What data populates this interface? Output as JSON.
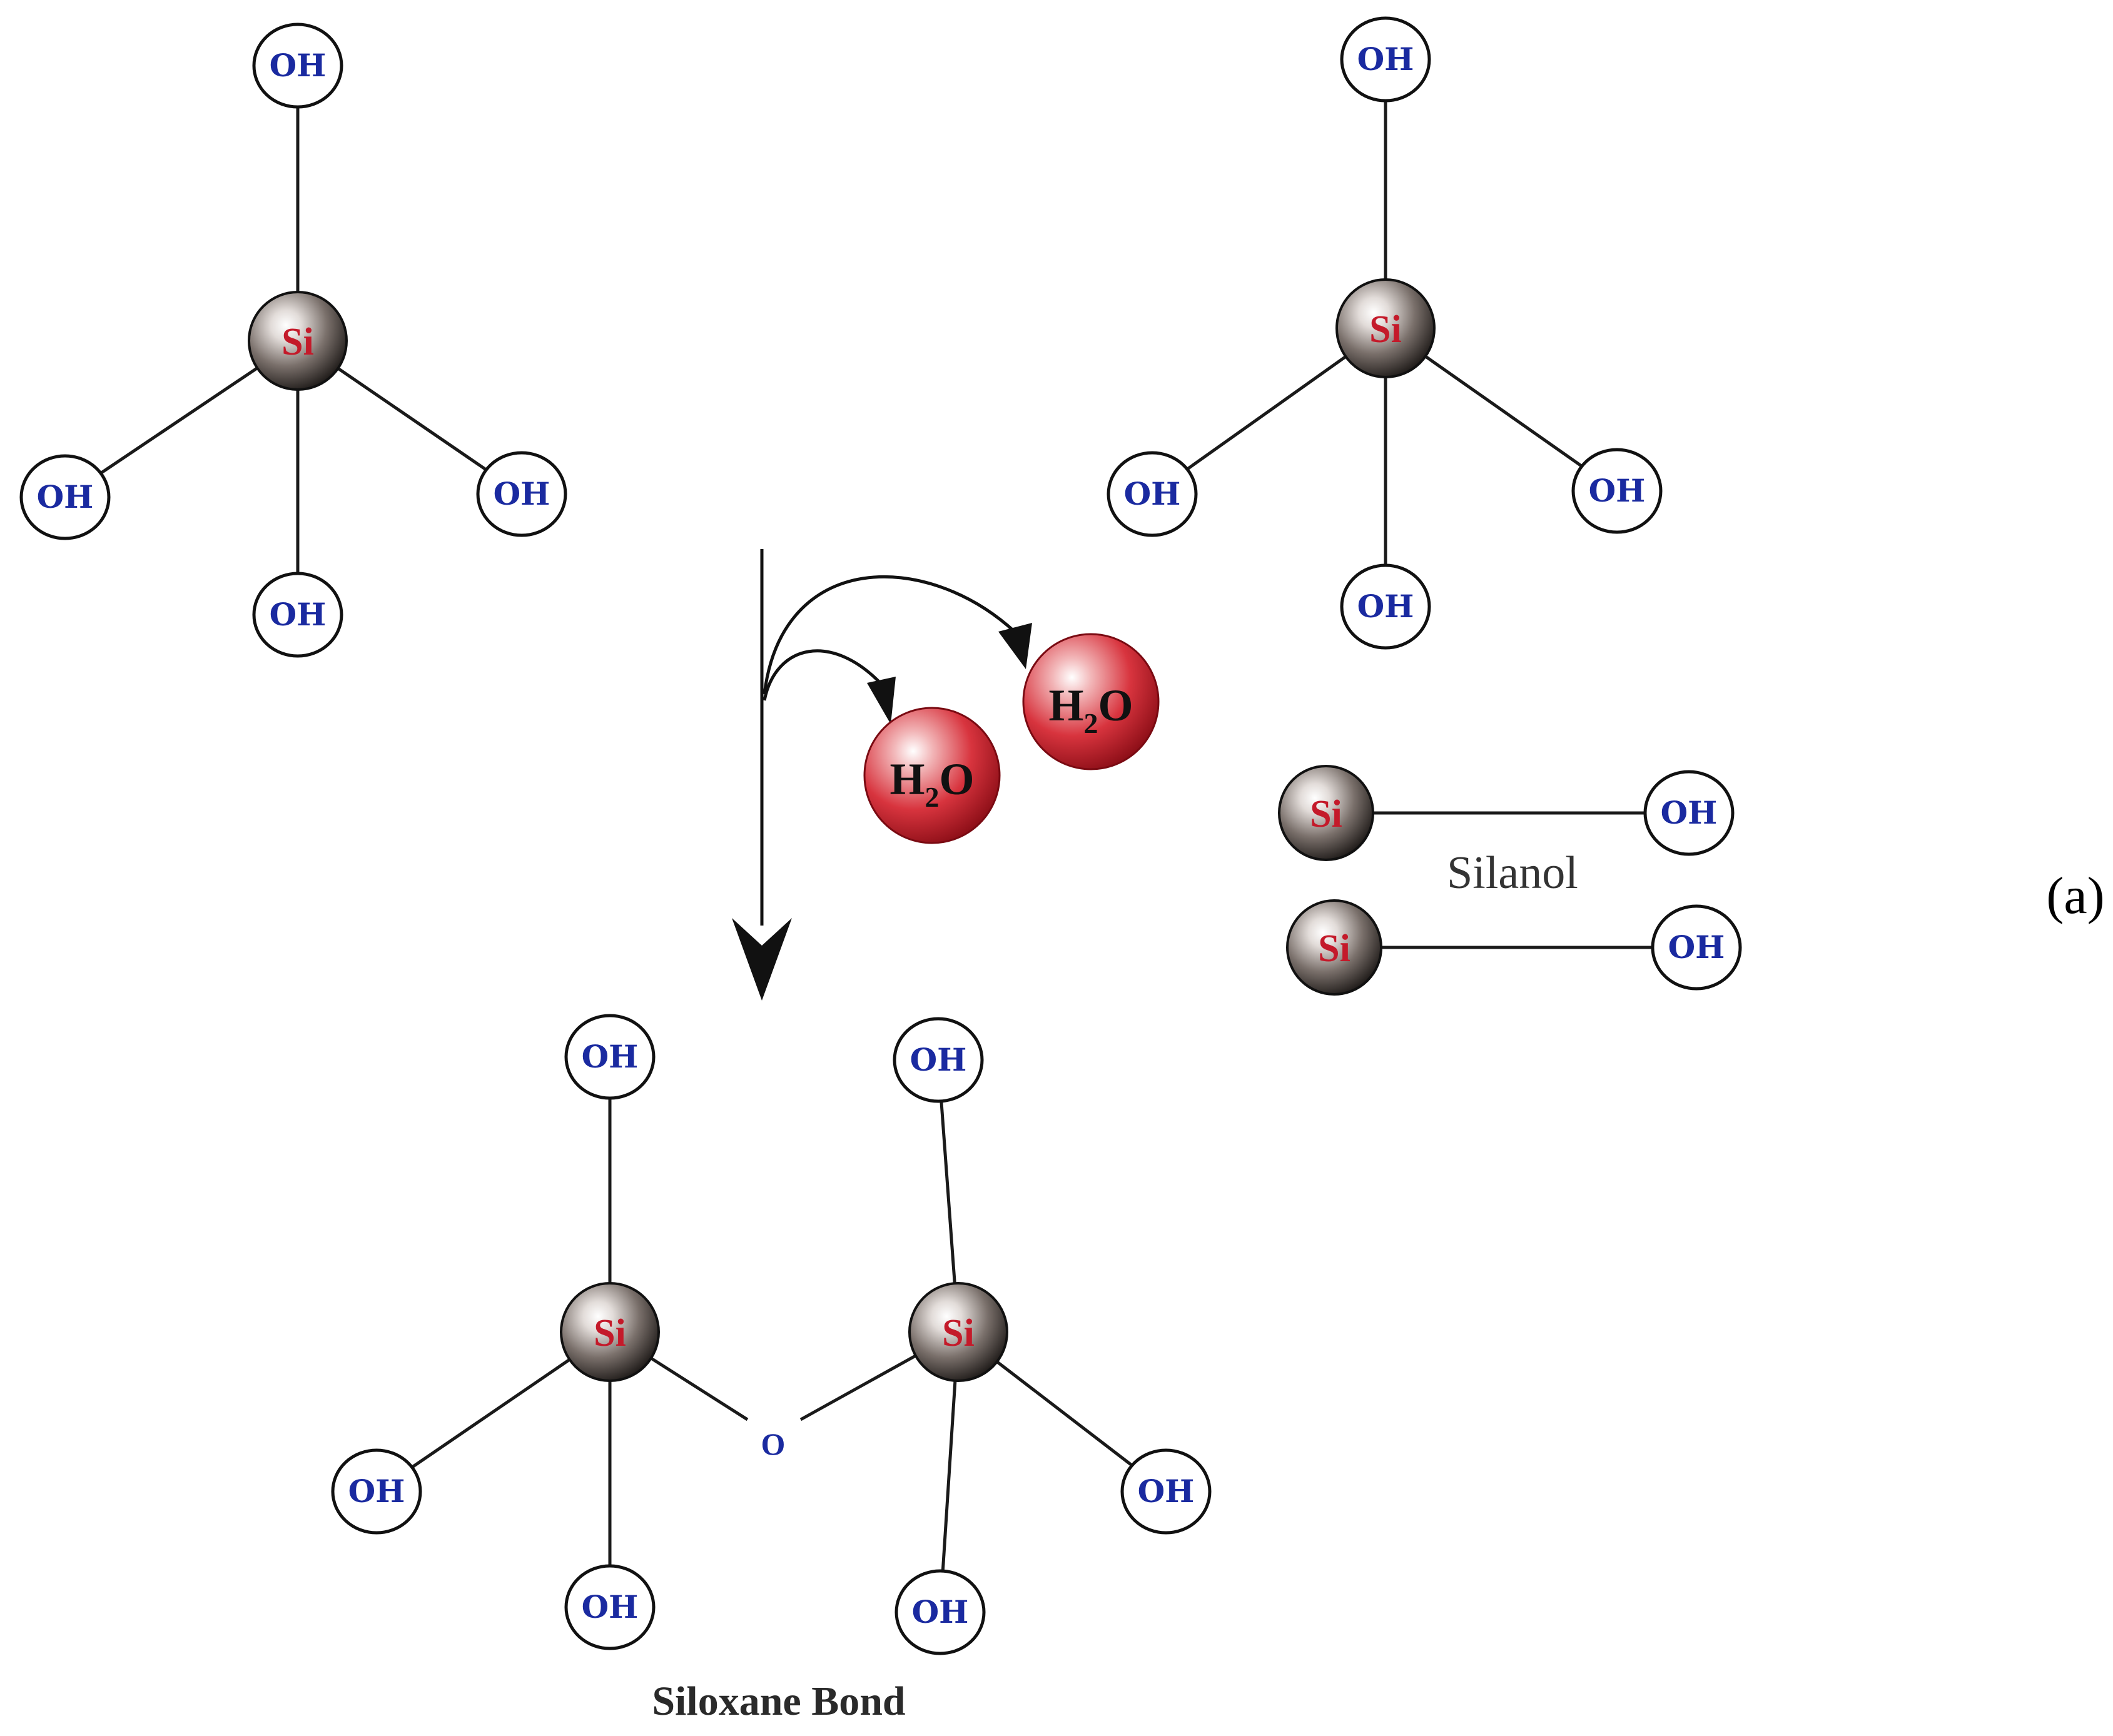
{
  "atoms": {
    "hydroxyl": "OH",
    "silicon": "Si",
    "oxygen": "O"
  },
  "water": {
    "h": "H",
    "sub": "2",
    "o": "O"
  },
  "labels": {
    "silanol": "Silanol",
    "siloxane_bond": "Siloxane Bond",
    "panel": "(a)"
  },
  "colors": {
    "hydroxyl_text": "#1a2aa0",
    "silicon_text": "#c41a2a",
    "water_sphere": "#d8343e",
    "silicon_sphere": "#6b625e"
  }
}
